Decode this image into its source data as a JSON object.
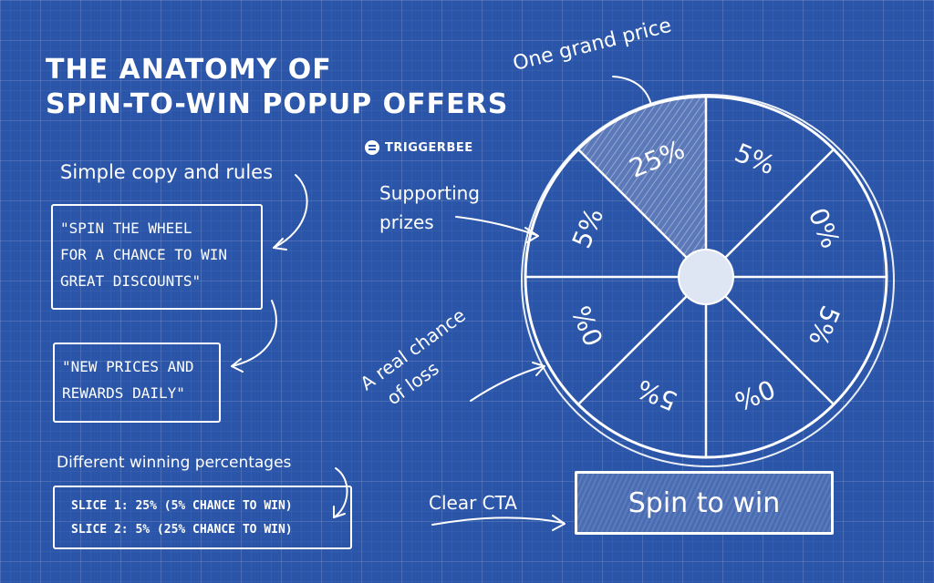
{
  "title": {
    "line1": "The Anatomy of",
    "line2": "Spin-to-Win Popup Offers"
  },
  "brand": {
    "name": "TRIGGERBEE",
    "icon": "bee-icon"
  },
  "left": {
    "copy_label": "Simple copy and rules",
    "quote1": [
      "\"SPIN THE WHEEL",
      "FOR A CHANCE TO WIN",
      "GREAT DISCOUNTS\""
    ],
    "quote2": [
      "\"NEW PRICES AND",
      "REWARDS DAILY\""
    ],
    "percent_label": "Different winning percentages",
    "slices": [
      "SLICE 1: 25% (5% CHANCE TO WIN)",
      "SLICE 2: 5% (25% CHANCE TO WIN)"
    ]
  },
  "annotations": {
    "grand": "One grand price",
    "supporting": [
      "Supporting",
      "prizes"
    ],
    "loss": [
      "A real chance",
      "of loss"
    ],
    "cta": "Clear CTA"
  },
  "wheel": {
    "labels": [
      "5%",
      "0%",
      "5%",
      "0%",
      "5%",
      "0%",
      "5%",
      "25%"
    ],
    "highlight_color": "#6f87c0"
  },
  "cta_button": {
    "label": "Spin to win"
  }
}
